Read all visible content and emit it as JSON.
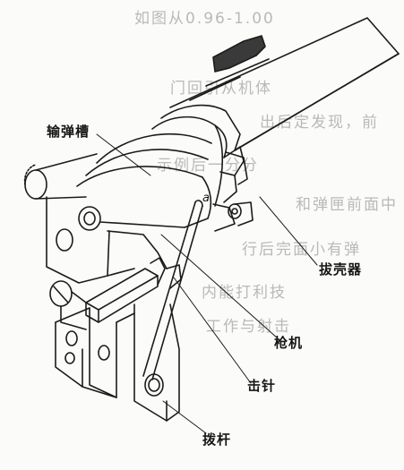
{
  "labels": {
    "feed_ramp": "输弹槽",
    "extractor": "拔壳器",
    "bolt": "枪机",
    "firing_pin": "击针",
    "lever": "拨杆",
    "letter_a": "a"
  },
  "bleed_through": {
    "line_1": "如图从0.96-1.00",
    "line_2": "门回引从机体",
    "line_3": "出后定发现，前",
    "line_4": "示例后一分分",
    "line_5": "和弹匣前面中",
    "line_6": "行后完面小有弹",
    "line_7": "内能打利技",
    "line_8": "工作与射击"
  },
  "colors": {
    "ink": "#1b1b1b",
    "paper": "#fbfbf9",
    "bleed": "#b9b9b9"
  }
}
